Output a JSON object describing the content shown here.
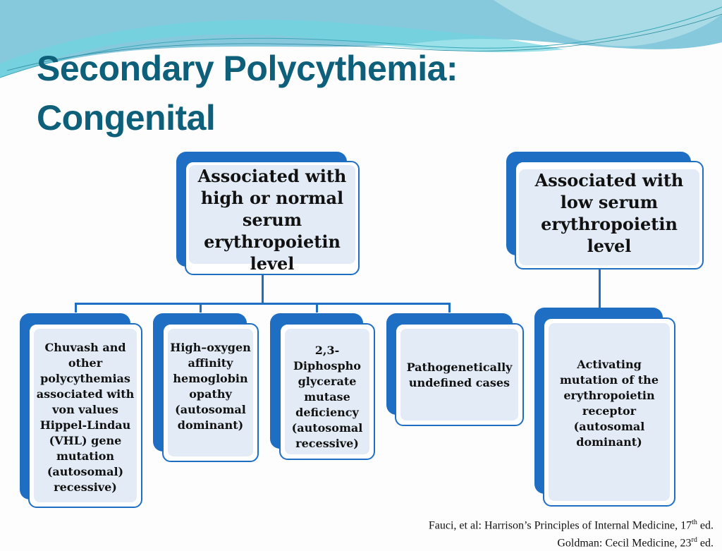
{
  "title": {
    "line1": "Secondary Polycythemia:",
    "line2": "Congenital"
  },
  "top_nodes": [
    {
      "text": "Associated with high or normal serum erythropoietin level"
    },
    {
      "text": "Associated with low serum erythropoietin level"
    }
  ],
  "bottom_nodes": [
    {
      "text": "Chuvash and other polycythemias associated with von values Hippel-Lindau (VHL) gene mutation (autosomal) recessive)"
    },
    {
      "text": "High–oxygen affinity hemoglobin opathy (autosomal dominant)"
    },
    {
      "text": "2,3-Diphospho glycerate mutase deficiency (autosomal recessive)"
    },
    {
      "text": "Pathogenetically undefined cases"
    },
    {
      "text": "Activating mutation of the erythropoietin receptor (autosomal dominant)"
    }
  ],
  "references": [
    {
      "text": "Fauci, et al:  Harrison’s Principles of Internal Medicine, 17",
      "sup": "th",
      "end": " ed."
    },
    {
      "text": "Goldman:  Cecil Medicine, 23",
      "sup": "rd",
      "end": " ed."
    }
  ]
}
